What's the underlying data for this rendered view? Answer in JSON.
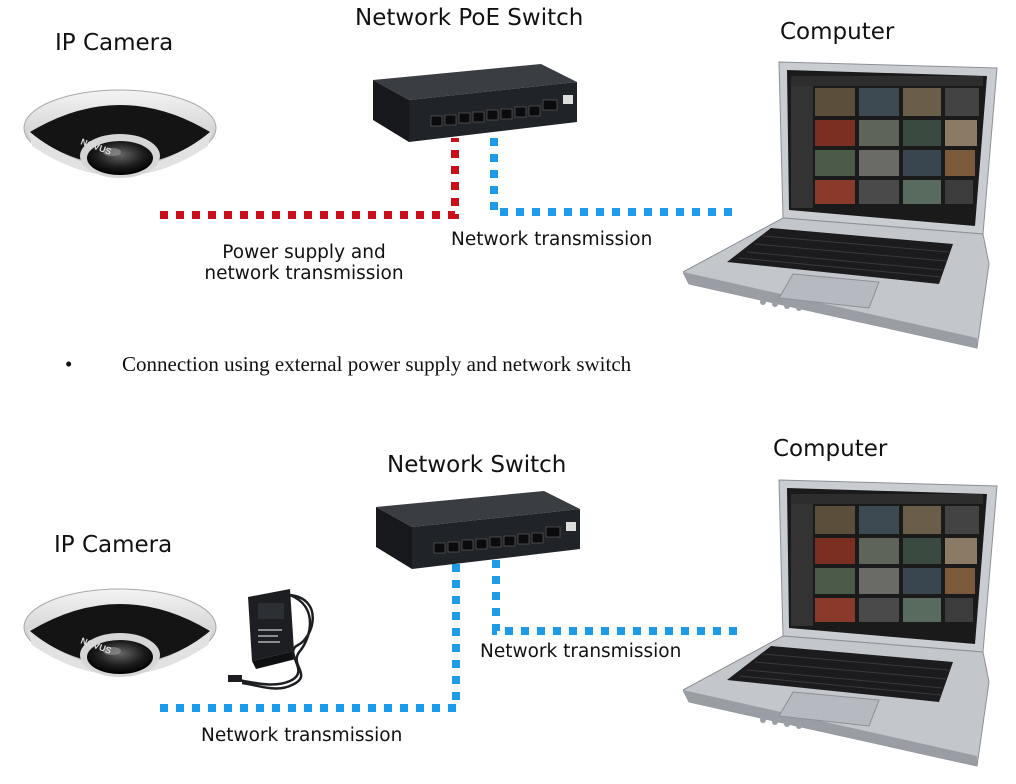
{
  "diagram_top": {
    "camera_label": "IP Camera",
    "switch_label": "Network PoE Switch",
    "computer_label": "Computer",
    "poe_link_label_line1": "Power supply and",
    "poe_link_label_line2": "network transmission",
    "network_link_label": "Network transmission",
    "camera_brand": "NOVUS"
  },
  "section_bullet": {
    "symbol": "•",
    "text": "Connection using external power supply and network switch"
  },
  "diagram_bottom": {
    "camera_label": "IP Camera",
    "switch_label": "Network Switch",
    "computer_label": "Computer",
    "link_label_left": "Network transmission",
    "link_label_right": "Network transmission",
    "camera_brand": "NOVUS"
  },
  "colors": {
    "power_network_link": "#c8101a",
    "network_link": "#1e9be8",
    "device_dark": "#1e2126",
    "laptop_silver": "#c9cdd2"
  },
  "icons": {
    "camera": "fisheye-camera-icon",
    "switch": "ethernet-switch-icon",
    "computer": "laptop-icon",
    "power_adapter": "power-adapter-icon"
  }
}
